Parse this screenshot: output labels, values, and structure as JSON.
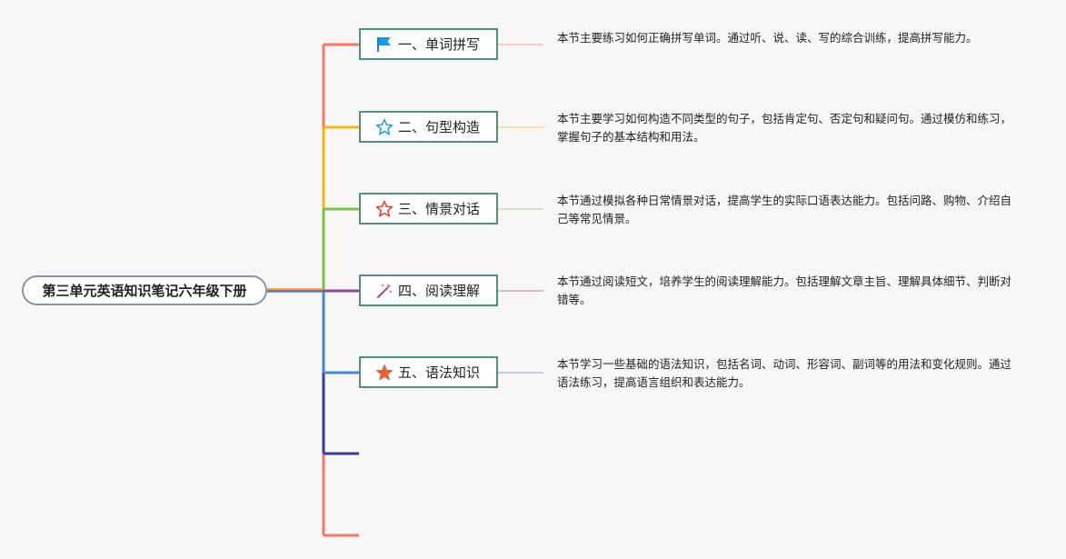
{
  "root": {
    "title": "第三单元英语知识笔记六年级下册"
  },
  "topics": [
    {
      "label": "一、单词拼写",
      "icon": "flag-icon",
      "color": "#f07a6a",
      "note": "本节主要练习如何正确拼写单词。通过听、说、读、写的综合训练，提高拼写能力。"
    },
    {
      "label": "二、句型构造",
      "icon": "star-outline-icon",
      "color": "#f4b619",
      "note": "本节主要学习如何构造不同类型的句子，包括肯定句、否定句和疑问句。通过模仿和练习，掌握句子的基本结构和用法。"
    },
    {
      "label": "三、情景对话",
      "icon": "star-outline-icon",
      "color": "#7fbf4d",
      "note": "本节通过模拟各种日常情景对话，提高学生的实际口语表达能力。包括问路、购物、介绍自己等常见情景。"
    },
    {
      "label": "四、阅读理解",
      "icon": "magic-wand-icon",
      "color": "#8e4a8e",
      "note": "本节通过阅读短文，培养学生的阅读理解能力。包括理解文章主旨、理解具体细节、判断对错等。"
    },
    {
      "label": "五、语法知识",
      "icon": "star-filled-icon",
      "color": "#4a86c9",
      "note": "本节学习一些基础的语法知识，包括名词、动词、形容词、副词等的用法和变化规则。通过语法练习，提高语言组织和表达能力。"
    }
  ],
  "extra_branch_colors": [
    "#3d3d8f",
    "#f07a6a"
  ]
}
